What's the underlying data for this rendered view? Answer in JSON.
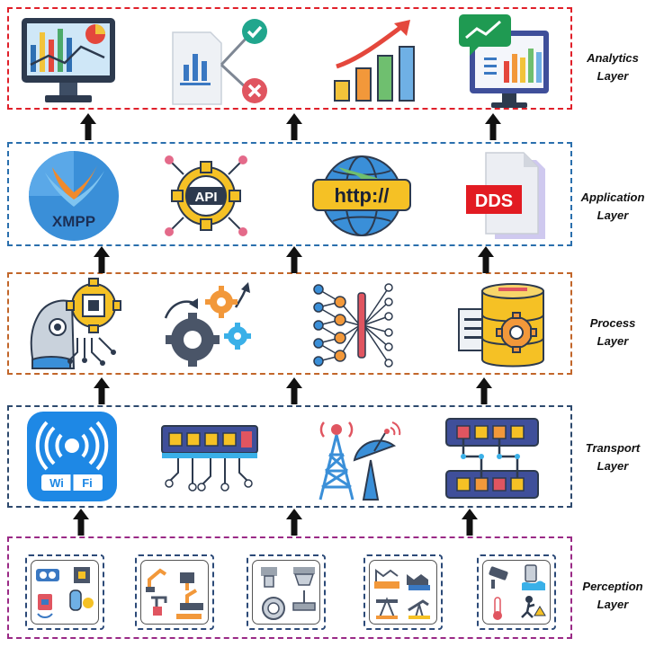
{
  "layers": [
    {
      "id": "analytics",
      "line1": "Analytics",
      "line2": "Layer",
      "color": "#e0202a"
    },
    {
      "id": "application",
      "line1": "Application",
      "line2": "Layer",
      "color": "#2a6fad"
    },
    {
      "id": "process",
      "line1": "Process",
      "line2": "Layer",
      "color": "#c2662a"
    },
    {
      "id": "transport",
      "line1": "Transport",
      "line2": "Layer",
      "color": "#2e4a6e"
    },
    {
      "id": "perception",
      "line1": "Perception",
      "line2": "Layer",
      "color": "#9a2a86"
    }
  ],
  "icon_text": {
    "xmpp": "XMPP",
    "api": "API",
    "http": "http://",
    "dds": "DDS",
    "wifi": "Wi Fi"
  },
  "icons": {
    "analytics": [
      "monitor-dashboard-icon",
      "report-approval-icon",
      "growth-chart-icon",
      "analytics-screen-icon"
    ],
    "application": [
      "xmpp-protocol-icon",
      "api-gear-icon",
      "http-globe-icon",
      "dds-file-icon"
    ],
    "process": [
      "ai-head-chip-icon",
      "gears-process-icon",
      "neural-network-icon",
      "database-gear-icon"
    ],
    "transport": [
      "wifi-router-icon",
      "network-switch-icon",
      "radio-tower-satellite-icon",
      "patch-panel-icon"
    ],
    "perception": [
      "sensors-devices-icon",
      "industrial-robots-icon",
      "meters-devices-icon",
      "factory-oil-icon",
      "surveillance-env-icon"
    ]
  }
}
